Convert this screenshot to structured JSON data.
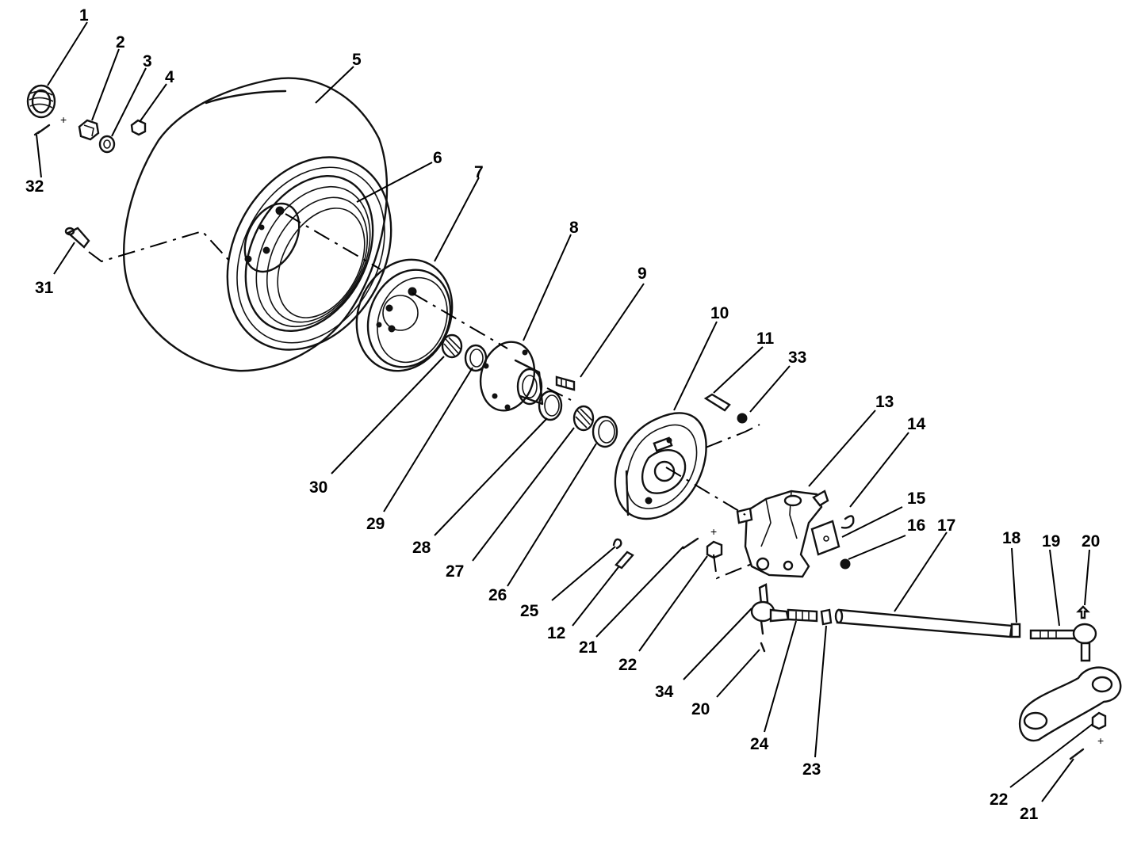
{
  "callouts": [
    {
      "id": "c1",
      "text": "1"
    },
    {
      "id": "c2",
      "text": "2"
    },
    {
      "id": "c3",
      "text": "3"
    },
    {
      "id": "c4",
      "text": "4"
    },
    {
      "id": "c5",
      "text": "5"
    },
    {
      "id": "c6",
      "text": "6"
    },
    {
      "id": "c7",
      "text": "7"
    },
    {
      "id": "c8",
      "text": "8"
    },
    {
      "id": "c9",
      "text": "9"
    },
    {
      "id": "c10",
      "text": "10"
    },
    {
      "id": "c11",
      "text": "11"
    },
    {
      "id": "c33",
      "text": "33"
    },
    {
      "id": "c13",
      "text": "13"
    },
    {
      "id": "c14",
      "text": "14"
    },
    {
      "id": "c15",
      "text": "15"
    },
    {
      "id": "c16",
      "text": "16"
    },
    {
      "id": "c17",
      "text": "17"
    },
    {
      "id": "c18",
      "text": "18"
    },
    {
      "id": "c19",
      "text": "19"
    },
    {
      "id": "c20a",
      "text": "20"
    },
    {
      "id": "c32",
      "text": "32"
    },
    {
      "id": "c31",
      "text": "31"
    },
    {
      "id": "c30",
      "text": "30"
    },
    {
      "id": "c29",
      "text": "29"
    },
    {
      "id": "c28",
      "text": "28"
    },
    {
      "id": "c27",
      "text": "27"
    },
    {
      "id": "c26",
      "text": "26"
    },
    {
      "id": "c25",
      "text": "25"
    },
    {
      "id": "c12",
      "text": "12"
    },
    {
      "id": "c21a",
      "text": "21"
    },
    {
      "id": "c22a",
      "text": "22"
    },
    {
      "id": "c34",
      "text": "34"
    },
    {
      "id": "c20b",
      "text": "20"
    },
    {
      "id": "c24",
      "text": "24"
    },
    {
      "id": "c23",
      "text": "23"
    },
    {
      "id": "c22b",
      "text": "22"
    },
    {
      "id": "c21b",
      "text": "21"
    }
  ]
}
